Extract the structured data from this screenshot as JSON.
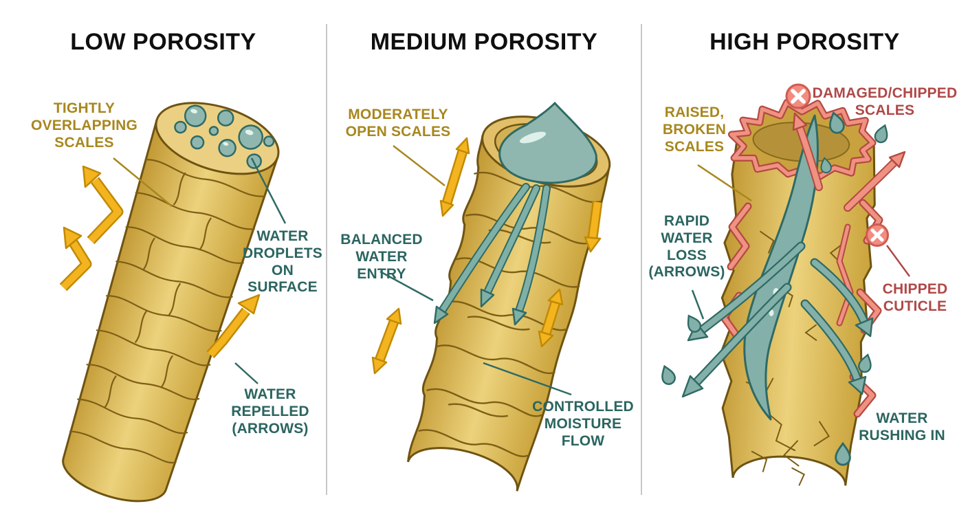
{
  "palette": {
    "title_text": "#0f0f0f",
    "gold_label": "#a8871e",
    "teal_label": "#2b6560",
    "red_label": "#b04848",
    "hair_gold": "#c9a23a",
    "hair_gold_light": "#ecd27c",
    "hair_outline": "#6e5312",
    "water_teal": "#8fb7b0",
    "water_teal_dark": "#2f6a64",
    "arrow_yellow": "#f3b41f",
    "arrow_yellow_dark": "#c18a05",
    "scale_red": "#ef9183",
    "scale_red_dark": "#b34a40",
    "separator": "#c7c7c7"
  },
  "panels": [
    {
      "title": "LOW POROSITY",
      "labels": {
        "scales": "TIGHTLY\nOVERLAPPING\nSCALES",
        "droplets": "WATER\nDROPLETS\nON\nSURFACE",
        "repelled": "WATER\nREPELLED\n(ARROWS)"
      }
    },
    {
      "title": "MEDIUM POROSITY",
      "labels": {
        "scales": "MODERATELY\nOPEN SCALES",
        "entry": "BALANCED\nWATER\nENTRY",
        "flow": "CONTROLLED\nMOISTURE\nFLOW"
      }
    },
    {
      "title": "HIGH POROSITY",
      "labels": {
        "scales": "RAISED,\nBROKEN\nSCALES",
        "damaged": "DAMAGED/CHIPPED\nSCALES",
        "loss": "RAPID\nWATER\nLOSS\n(ARROWS)",
        "chipped": "CHIPPED\nCUTICLE",
        "rushing": "WATER\nRUSHING IN"
      }
    }
  ]
}
